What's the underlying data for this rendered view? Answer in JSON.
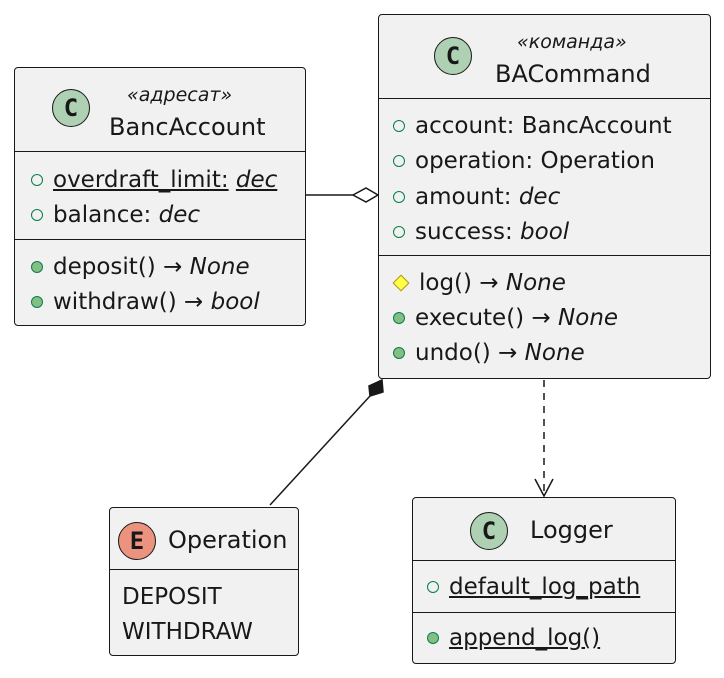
{
  "classes": {
    "banc_account": {
      "icon": "C",
      "stereotype": "«адресат»",
      "name": "BancAccount",
      "fields": [
        {
          "name": "overdraft_limit:",
          "type": "dec",
          "static": true
        },
        {
          "name": "balance:",
          "type": "dec",
          "static": false
        }
      ],
      "methods": [
        {
          "name": "deposit() →",
          "ret": "None"
        },
        {
          "name": "withdraw() →",
          "ret": "bool"
        }
      ]
    },
    "ba_command": {
      "icon": "C",
      "stereotype": "«команда»",
      "name": "BACommand",
      "fields": [
        {
          "name": "account: BancAccount",
          "type": ""
        },
        {
          "name": "operation: Operation",
          "type": ""
        },
        {
          "name": "amount:",
          "type": "dec"
        },
        {
          "name": "success:",
          "type": "bool"
        }
      ],
      "methods": [
        {
          "name": "log() →",
          "ret": "None",
          "visibility": "protected"
        },
        {
          "name": "execute() →",
          "ret": "None",
          "visibility": "public"
        },
        {
          "name": "undo() →",
          "ret": "None",
          "visibility": "public"
        }
      ]
    },
    "operation": {
      "icon": "E",
      "name": "Operation",
      "values": [
        "DEPOSIT",
        "WITHDRAW"
      ]
    },
    "logger": {
      "icon": "C",
      "name": "Logger",
      "fields": [
        {
          "name": "default_log_path",
          "static": true
        }
      ],
      "methods": [
        {
          "name": "append_log()",
          "static": true
        }
      ]
    }
  },
  "relations": [
    {
      "from": "banc_account",
      "to": "ba_command",
      "kind": "aggregation"
    },
    {
      "from": "ba_command",
      "to": "operation",
      "kind": "composition"
    },
    {
      "from": "ba_command",
      "to": "logger",
      "kind": "dependency"
    }
  ],
  "colors": {
    "class_icon": "#add1b2",
    "enum_icon": "#eb937f",
    "box_fill": "#f1f1f1",
    "public_method": "#84be84",
    "protected_method": "#ffff44"
  }
}
